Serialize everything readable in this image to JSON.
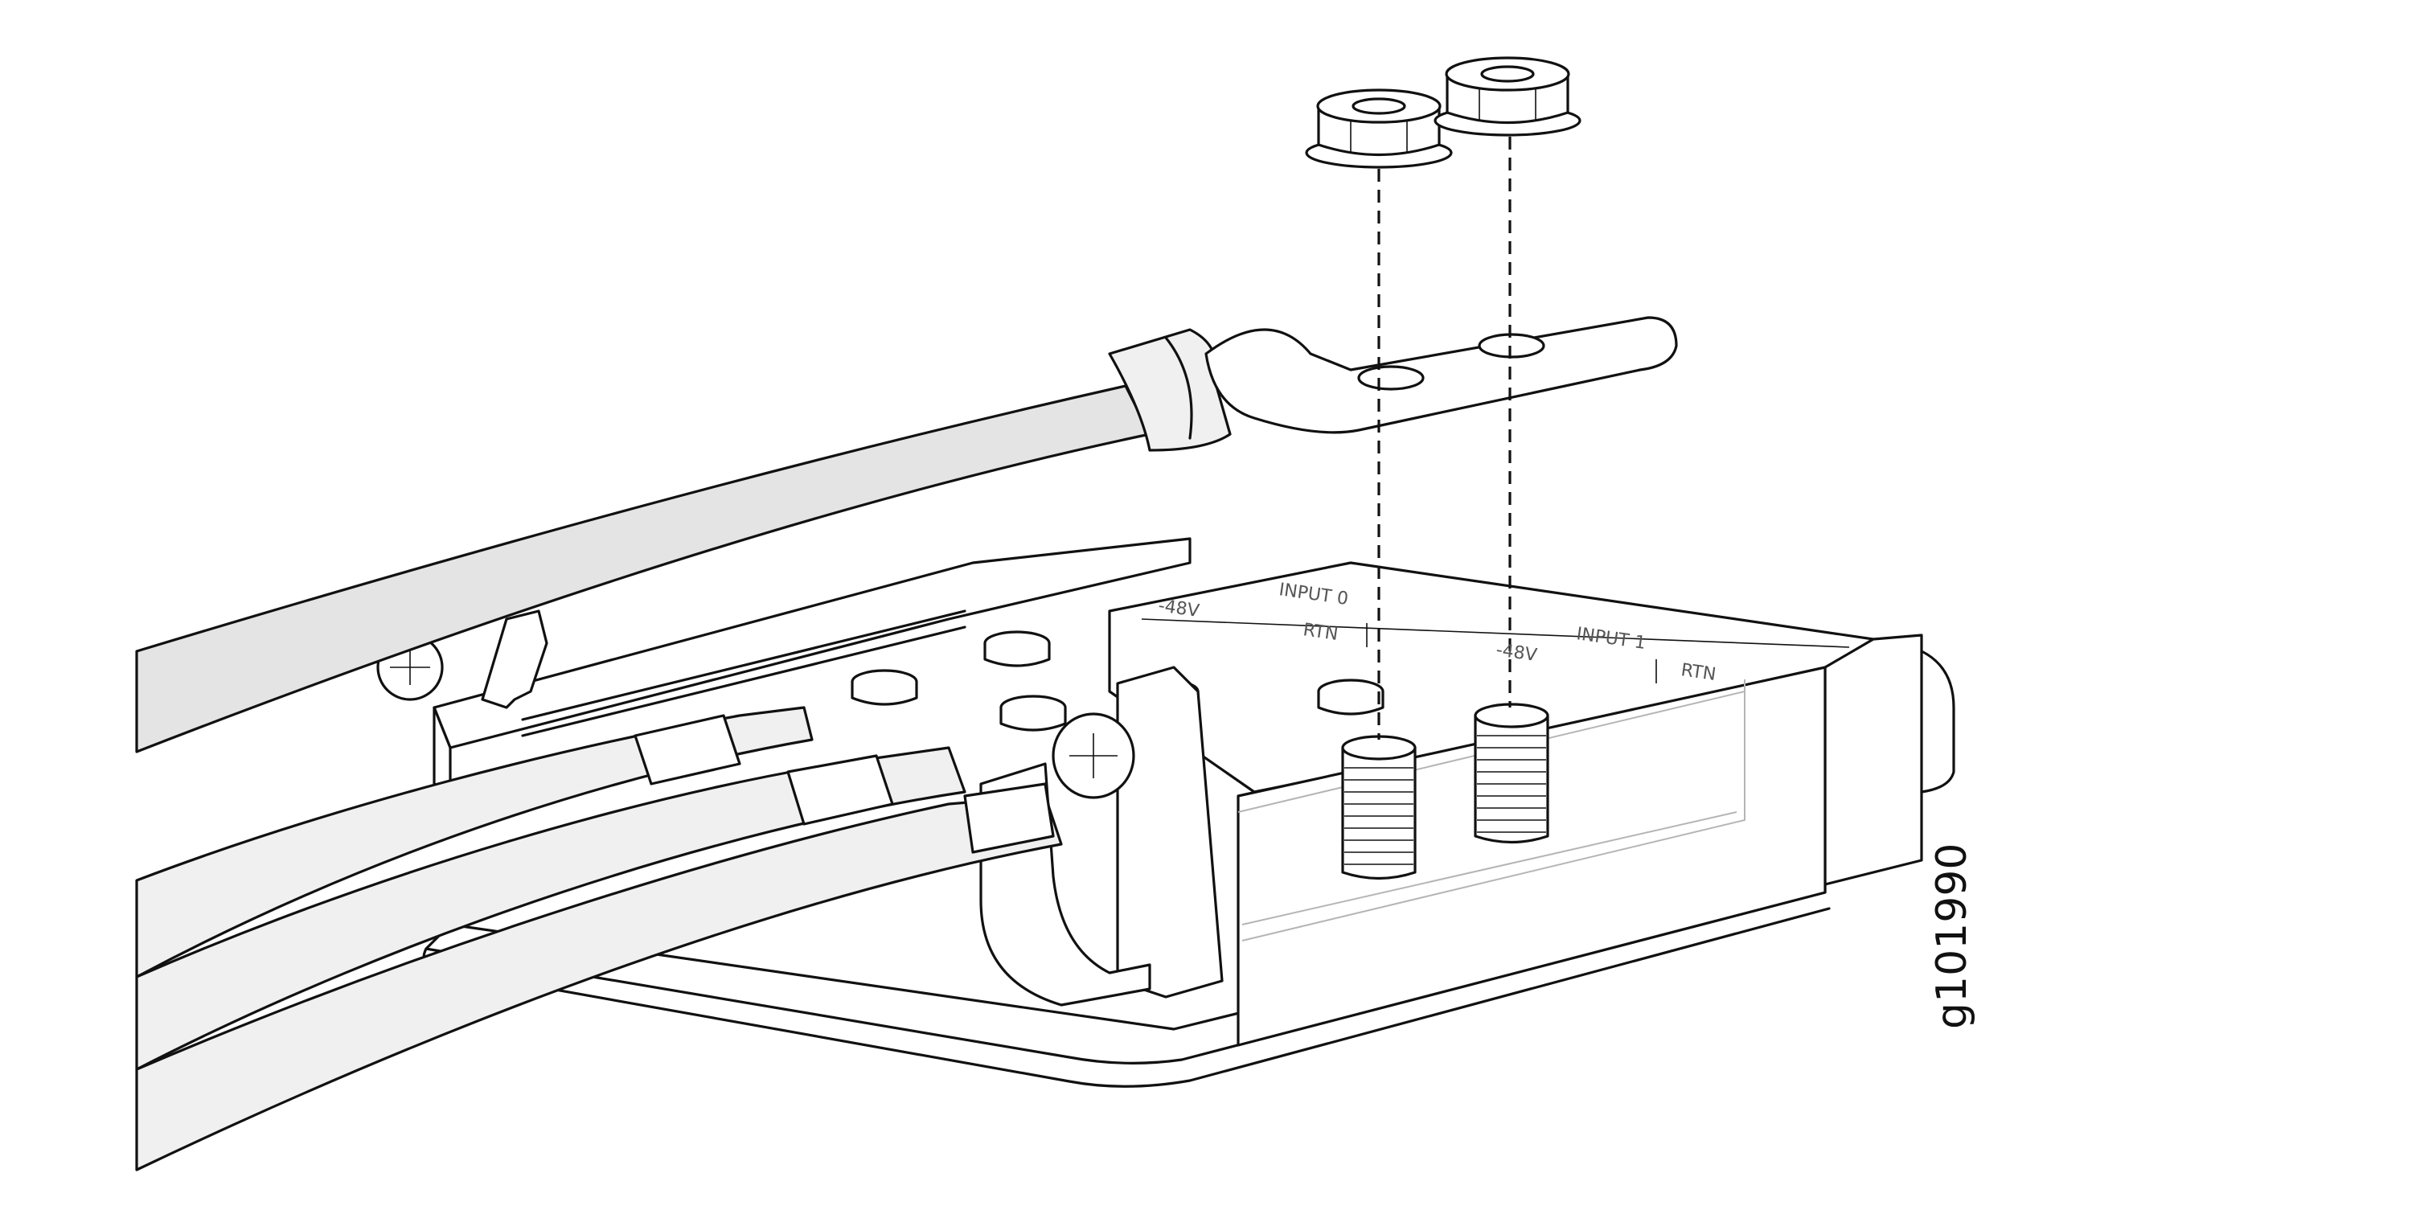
{
  "labels": {
    "input0": "INPUT 0",
    "input1": "INPUT 1",
    "neg48v_0": "-48V",
    "rtn_0": "RTN",
    "neg48v_1": "-48V",
    "rtn_1": "RTN",
    "figure_id": "g101990"
  }
}
